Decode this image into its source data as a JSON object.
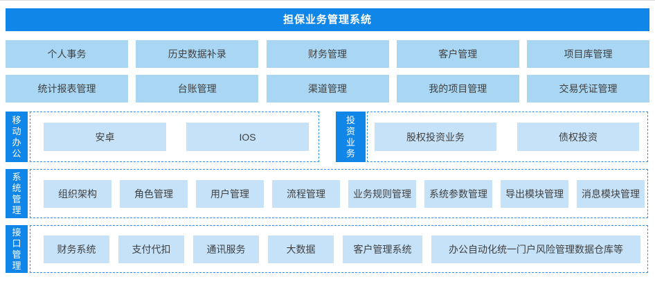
{
  "header": {
    "title": "担保业务管理系统"
  },
  "top_rows": [
    {
      "cells": [
        "个人事务",
        "历史数据补录",
        "财务管理",
        "客户管理",
        "项目库管理"
      ]
    },
    {
      "cells": [
        "统计报表管理",
        "台账管理",
        "渠道管理",
        "我的项目管理",
        "交易凭证管理"
      ]
    }
  ],
  "sections": [
    {
      "label": "移动办公",
      "items": [
        "安卓",
        "IOS"
      ]
    },
    {
      "label": "投资业务",
      "items": [
        "股权投资业务",
        "债权投资"
      ]
    },
    {
      "label": "系统管理",
      "items": [
        "组织架构",
        "角色管理",
        "用户管理",
        "流程管理",
        "业务规则管理",
        "系统参数管理",
        "导出模块管理",
        "消息模块管理"
      ]
    },
    {
      "label": "接口管理",
      "items": [
        "财务系统",
        "支付代扣",
        "通讯服务",
        "大数据",
        "客户管理系统",
        "办公自动化统一门户风险管理数据仓库等"
      ]
    }
  ],
  "colors": {
    "primary": "#1087E8",
    "cell_bg": "#A9D6F3",
    "item_bg": "#C6E2F8",
    "dashed_border": "#2E90E9",
    "text": "#404040"
  }
}
